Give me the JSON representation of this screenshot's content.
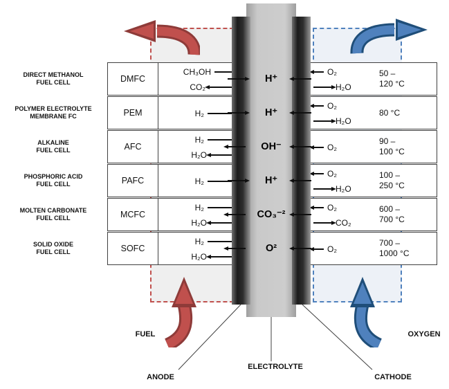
{
  "diagram": {
    "fuel_label": "FUEL",
    "oxygen_label": "OXYGEN",
    "anode_label": "ANODE",
    "electrolyte_label": "ELECTROLYTE",
    "cathode_label": "CATHODE"
  },
  "colors": {
    "fuel_red": "#C0504D",
    "fuel_red_dark": "#8E3B39",
    "oxygen_blue": "#4F81BD",
    "oxygen_blue_dark": "#1F4E79",
    "electrode_dark": "#2e2e2e",
    "electrolyte_gray": "#c9c9c9"
  },
  "rows": [
    {
      "name": [
        "DIRECT METHANOL",
        "FUEL CELL"
      ],
      "abbr": "DMFC",
      "fuel_side": [
        {
          "formula": "CH₃OH",
          "direction": "into-anode"
        },
        {
          "formula": "CO₂",
          "direction": "out-of-anode"
        }
      ],
      "ion": {
        "symbol": "H⁺",
        "left_arrow": "toward-electrolyte",
        "right_arrow": "toward-electrolyte"
      },
      "oxygen_side": [
        {
          "formula": "O₂",
          "direction": "into-cathode"
        },
        {
          "formula": "H₂O",
          "direction": "out-of-cathode"
        }
      ],
      "temperature": [
        "50 –",
        "120 °C"
      ]
    },
    {
      "name": [
        "POLYMER ELECTROLYTE",
        "MEMBRANE FC"
      ],
      "abbr": "PEM",
      "fuel_side": [
        {
          "formula": "H₂",
          "direction": "into-anode"
        }
      ],
      "ion": {
        "symbol": "H⁺",
        "left_arrow": "toward-electrolyte",
        "right_arrow": "toward-electrolyte"
      },
      "oxygen_side": [
        {
          "formula": "O₂",
          "direction": "into-cathode"
        },
        {
          "formula": "H₂O",
          "direction": "out-of-cathode"
        }
      ],
      "temperature": [
        "80 °C"
      ]
    },
    {
      "name": [
        "ALKALINE",
        "FUEL CELL"
      ],
      "abbr": "AFC",
      "fuel_side": [
        {
          "formula": "H₂",
          "direction": "into-anode"
        },
        {
          "formula": "H₂O",
          "direction": "out-of-anode"
        }
      ],
      "ion": {
        "symbol": "OH⁻",
        "left_arrow": "toward-anode",
        "right_arrow": "toward-anode"
      },
      "oxygen_side": [
        {
          "formula": "O₂",
          "direction": "into-cathode"
        }
      ],
      "temperature": [
        "90 –",
        "100 °C"
      ]
    },
    {
      "name": [
        "PHOSPHORIC ACID",
        "FUEL CELL"
      ],
      "abbr": "PAFC",
      "fuel_side": [
        {
          "formula": "H₂",
          "direction": "into-anode"
        }
      ],
      "ion": {
        "symbol": "H⁺",
        "left_arrow": "toward-electrolyte",
        "right_arrow": "toward-electrolyte"
      },
      "oxygen_side": [
        {
          "formula": "O₂",
          "direction": "into-cathode"
        },
        {
          "formula": "H₂O",
          "direction": "out-of-cathode"
        }
      ],
      "temperature": [
        "100 –",
        "250 °C"
      ]
    },
    {
      "name": [
        "MOLTEN CARBONATE",
        "FUEL CELL"
      ],
      "abbr": "MCFC",
      "fuel_side": [
        {
          "formula": "H₂",
          "direction": "into-anode"
        },
        {
          "formula": "H₂O",
          "direction": "out-of-anode"
        }
      ],
      "ion": {
        "symbol": "CO₃⁻²",
        "left_arrow": "toward-anode",
        "right_arrow": "toward-anode"
      },
      "oxygen_side": [
        {
          "formula": "O₂",
          "direction": "into-cathode"
        },
        {
          "formula": "CO₂",
          "direction": "out-of-cathode"
        }
      ],
      "temperature": [
        "600 –",
        "700 °C"
      ]
    },
    {
      "name": [
        "SOLID OXIDE",
        "FUEL CELL"
      ],
      "abbr": "SOFC",
      "fuel_side": [
        {
          "formula": "H₂",
          "direction": "into-anode"
        },
        {
          "formula": "H₂O",
          "direction": "out-of-anode"
        }
      ],
      "ion": {
        "symbol": "O²",
        "left_arrow": "toward-anode",
        "right_arrow": "toward-anode"
      },
      "oxygen_side": [
        {
          "formula": "O₂",
          "direction": "into-cathode"
        }
      ],
      "temperature": [
        "700 –",
        "1000 °C"
      ]
    }
  ]
}
